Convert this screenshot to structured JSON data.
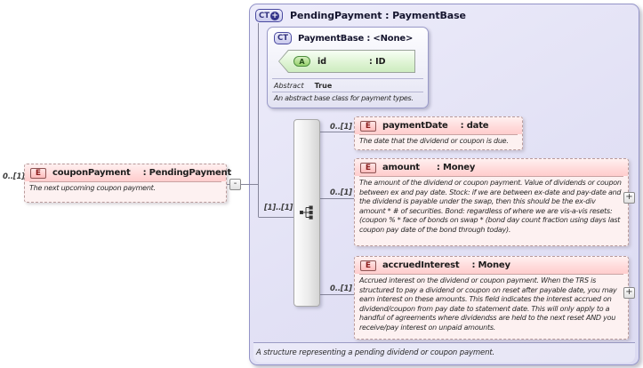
{
  "schema": {
    "root_element": {
      "occurrence": "0..[1]",
      "badge": "E",
      "name": "couponPayment",
      "type": ": PendingPayment",
      "annotation": "The next upcoming coupon payment.",
      "collapse_glyph": "-"
    },
    "container": {
      "badge": "CT",
      "badge_plus": "+",
      "title": "PendingPayment : PaymentBase",
      "footer_annotation": "A structure representing a pending dividend or coupon payment.",
      "base": {
        "badge": "CT",
        "title": "PaymentBase : <None>",
        "attribute": {
          "badge": "A",
          "name": "id",
          "type": ": ID"
        },
        "facet_label": "Abstract",
        "facet_value": "True",
        "annotation": "An abstract base class for payment types."
      },
      "compositor": {
        "kind": "sequence",
        "occurrence": "[1]..[1]"
      },
      "children": [
        {
          "occurrence": "0..[1]",
          "badge": "E",
          "name": "paymentDate",
          "type": ": date",
          "annotation": "The date that the dividend or coupon is due."
        },
        {
          "occurrence": "0..[1]",
          "badge": "E",
          "name": "amount",
          "type": ": Money",
          "annotation": "The amount of the dividend or coupon payment. Value of dividends or coupon between ex and pay date. Stock: if we are between ex-date and pay-date and the dividend is payable under the swap, then this should be the ex-div amount * # of securities. Bond: regardless of where we are vis-a-vis resets: (coupon % * face of bonds on swap * (bond day count fraction using days last coupon pay date of the bond through today).",
          "expand_glyph": "+"
        },
        {
          "occurrence": "0..[1]",
          "badge": "E",
          "name": "accruedInterest",
          "type": ": Money",
          "annotation": "Accrued interest on the dividend or coupon payment. When the TRS is structured to pay a dividend or coupon on reset after payable date, you may earn interest on these amounts. This field indicates the interest accrued on dividend/coupon from pay date to statement date. This will only apply to a handful of agreements where dividendss are held to the next reset AND you receive/pay interest on unpaid amounts.",
          "expand_glyph": "+"
        }
      ]
    },
    "colors": {
      "container_fill": "#e7e6f7",
      "container_border": "#9494c8",
      "element_fill": "#fdf1f1",
      "element_header_fill": "#ffd4d4",
      "element_border": "#b99b9b",
      "element_badge_fill": "#ffbcbc",
      "attribute_fill": "#ddf3d2",
      "attribute_badge_fill": "#96d06c",
      "compositor_fill": "#ececec",
      "connector_line": "#85859a"
    }
  }
}
